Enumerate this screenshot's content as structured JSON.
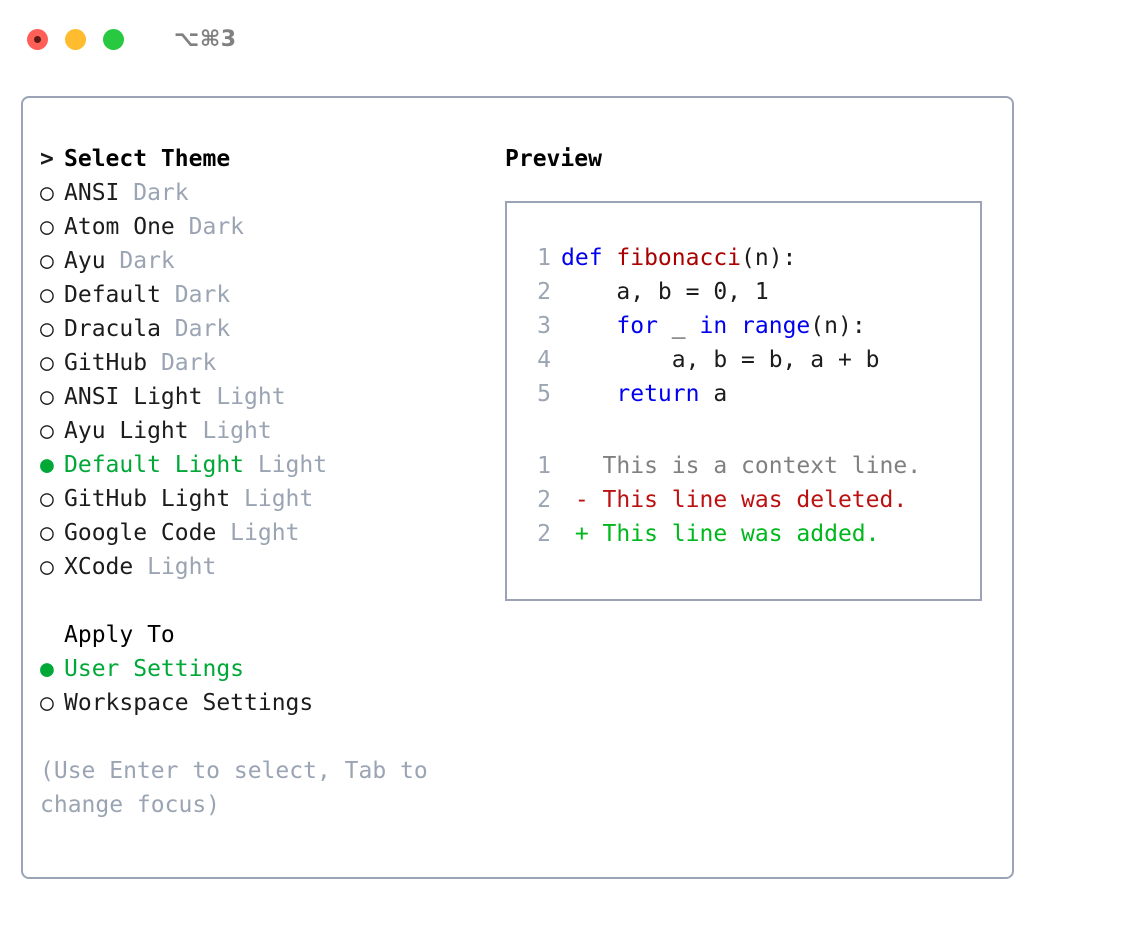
{
  "titlebar": {
    "shortcut": "⌥⌘3",
    "buttons": [
      {
        "name": "close",
        "color": "#ff5f57"
      },
      {
        "name": "minimize",
        "color": "#febc2e"
      },
      {
        "name": "zoom",
        "color": "#28c840"
      }
    ]
  },
  "colors": {
    "accent_green": "#00a838",
    "muted_gray": "#9aa4b2",
    "border": "#9aa4b4",
    "keyword_blue": "#0000ee",
    "function_red": "#aa0000",
    "diff_delete": "#bb1111",
    "diff_add": "#00b81d"
  },
  "markers": {
    "cursor": ">",
    "unselected": "○",
    "selected": "●",
    "blank": " "
  },
  "theme_list": {
    "title": "Select Theme",
    "items": [
      {
        "name": "ANSI",
        "kind": "Dark",
        "selected": false
      },
      {
        "name": "Atom One",
        "kind": "Dark",
        "selected": false
      },
      {
        "name": "Ayu",
        "kind": "Dark",
        "selected": false
      },
      {
        "name": "Default",
        "kind": "Dark",
        "selected": false
      },
      {
        "name": "Dracula",
        "kind": "Dark",
        "selected": false
      },
      {
        "name": "GitHub",
        "kind": "Dark",
        "selected": false
      },
      {
        "name": "ANSI Light",
        "kind": "Light",
        "selected": false
      },
      {
        "name": "Ayu Light",
        "kind": "Light",
        "selected": false
      },
      {
        "name": "Default Light",
        "kind": "Light",
        "selected": true
      },
      {
        "name": "GitHub Light",
        "kind": "Light",
        "selected": false
      },
      {
        "name": "Google Code",
        "kind": "Light",
        "selected": false
      },
      {
        "name": "XCode",
        "kind": "Light",
        "selected": false
      }
    ]
  },
  "apply_to": {
    "title": "Apply To",
    "items": [
      {
        "name": "User Settings",
        "selected": true
      },
      {
        "name": "Workspace Settings",
        "selected": false
      }
    ]
  },
  "hint": "(Use Enter to select, Tab to change focus)",
  "preview": {
    "title": "Preview",
    "code_lines": [
      {
        "no": "1",
        "tokens": [
          {
            "t": "def ",
            "c": "kw"
          },
          {
            "t": "fibonacci",
            "c": "fn"
          },
          {
            "t": "(n):",
            "c": "plain"
          }
        ]
      },
      {
        "no": "2",
        "tokens": [
          {
            "t": "    a, b = 0, 1",
            "c": "plain"
          }
        ]
      },
      {
        "no": "3",
        "tokens": [
          {
            "t": "    ",
            "c": "plain"
          },
          {
            "t": "for",
            "c": "kw"
          },
          {
            "t": " _ ",
            "c": "plain"
          },
          {
            "t": "in",
            "c": "kw"
          },
          {
            "t": " ",
            "c": "plain"
          },
          {
            "t": "range",
            "c": "kw"
          },
          {
            "t": "(n):",
            "c": "plain"
          }
        ]
      },
      {
        "no": "4",
        "tokens": [
          {
            "t": "        a, b = b, a + b",
            "c": "plain"
          }
        ]
      },
      {
        "no": "5",
        "tokens": [
          {
            "t": "    ",
            "c": "plain"
          },
          {
            "t": "return",
            "c": "kw"
          },
          {
            "t": " a",
            "c": "plain"
          }
        ]
      }
    ],
    "diff_lines": [
      {
        "no": "1",
        "marker": " ",
        "text": " This is a context line.",
        "c": "ctx"
      },
      {
        "no": "2",
        "marker": "-",
        "text": " This line was deleted.",
        "c": "del"
      },
      {
        "no": "2",
        "marker": "+",
        "text": " This line was added.",
        "c": "add"
      }
    ]
  }
}
